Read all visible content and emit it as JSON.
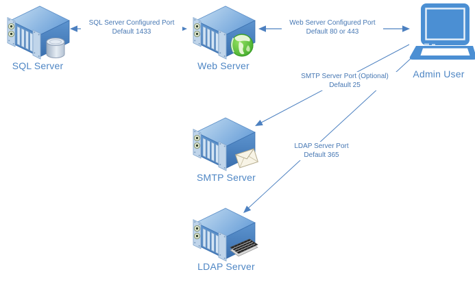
{
  "diagram": {
    "nodes": [
      {
        "id": "sql-server",
        "label": "SQL Server",
        "icon": "server-database-icon"
      },
      {
        "id": "web-server",
        "label": "Web Server",
        "icon": "server-globe-icon"
      },
      {
        "id": "admin-user",
        "label": "Admin User",
        "icon": "laptop-icon"
      },
      {
        "id": "smtp-server",
        "label": "SMTP Server",
        "icon": "server-envelope-icon"
      },
      {
        "id": "ldap-server",
        "label": "LDAP Server",
        "icon": "server-keyboard-icon"
      }
    ],
    "connectors": [
      {
        "from": "web-server",
        "to": "sql-server",
        "direction": "bidirectional",
        "label_line1": "SQL Server Configured Port",
        "label_line2": "Default 1433"
      },
      {
        "from": "admin-user",
        "to": "web-server",
        "direction": "bidirectional",
        "label_line1": "Web Server Configured Port",
        "label_line2": "Default 80 or 443"
      },
      {
        "from": "admin-user",
        "to": "smtp-server",
        "direction": "single",
        "label_line1": "SMTP Server Port (Optional)",
        "label_line2": "Default 25"
      },
      {
        "from": "admin-user",
        "to": "ldap-server",
        "direction": "single",
        "label_line1": "LDAP Server Port",
        "label_line2": "Default 365"
      }
    ],
    "colors": {
      "label_text": "#4e86c4",
      "connector_text": "#4677b3",
      "connector_line": "#4c80c0",
      "laptop_fill": "#4b8fd3",
      "server_side": "#3d73b2",
      "globe_green": "#54c236"
    }
  }
}
